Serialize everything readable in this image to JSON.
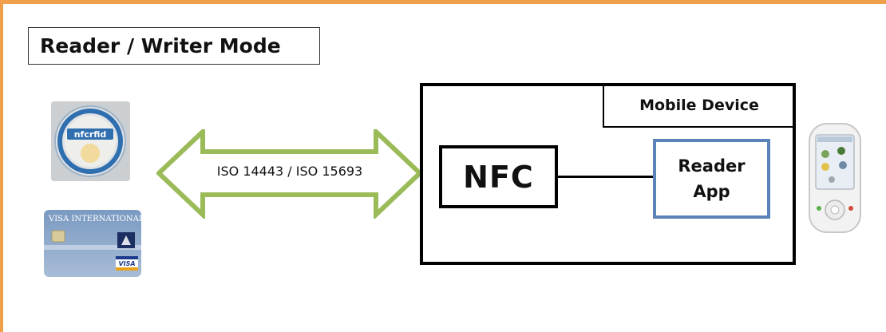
{
  "title": "Reader / Writer Mode",
  "arrow_label": "ISO 14443 / ISO 15693",
  "device": {
    "label": "Mobile Device",
    "nfc_label": "NFC",
    "reader_app": {
      "line1": "Reader",
      "line2": "App"
    }
  },
  "tag_image": {
    "brand_text": "nfcrfid"
  },
  "card_image": {
    "issuer_text": "VISA INTERNATIONAL",
    "logo_text": "VISA"
  },
  "colors": {
    "frame": "#f0a04b",
    "arrow_fill": "#ffffff",
    "arrow_stroke": "#9bbb59",
    "reader_border": "#5b83b9"
  }
}
